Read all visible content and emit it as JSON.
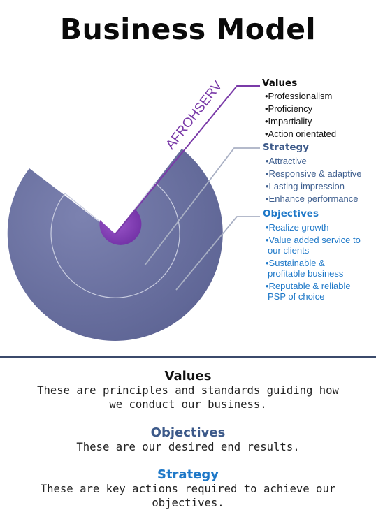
{
  "title": "Business Model",
  "diagram": {
    "arc_label": "AFROHSERV",
    "colors": {
      "disk": "#5e6595",
      "center": "#7f3bb2",
      "values_heading": "#0d0d0d",
      "strategy_heading": "#3d5a8a",
      "objectives_heading": "#1e78c8",
      "values_items": "#111111",
      "strategy_items": "#3f5f8f",
      "objectives_items": "#1e78c8",
      "leader_values": "#7a3aa8",
      "leader_other": "#a9b0c4"
    },
    "values": {
      "heading": "Values",
      "items": [
        "•Professionalism",
        "•Proficiency",
        "•Impartiality",
        "•Action orientated"
      ]
    },
    "strategy": {
      "heading": "Strategy",
      "items": [
        "•Attractive",
        "•Responsive & adaptive",
        "•Lasting impression",
        "•Enhance performance"
      ]
    },
    "objectives": {
      "heading": "Objectives",
      "items": [
        [
          "•Realize growth"
        ],
        [
          "•Value added service to",
          "our clients"
        ],
        [
          "•Sustainable &",
          "profitable business"
        ],
        [
          "•Reputable & reliable",
          "PSP of choice"
        ]
      ]
    }
  },
  "legend": {
    "values": {
      "heading": "Values",
      "text": [
        "These are principles and standards guiding how",
        "we conduct our business."
      ]
    },
    "objectives": {
      "heading": "Objectives",
      "text": [
        "These are our desired end results."
      ]
    },
    "strategy": {
      "heading": "Strategy",
      "text": [
        "These are key actions required to achieve our",
        "objectives."
      ]
    }
  }
}
